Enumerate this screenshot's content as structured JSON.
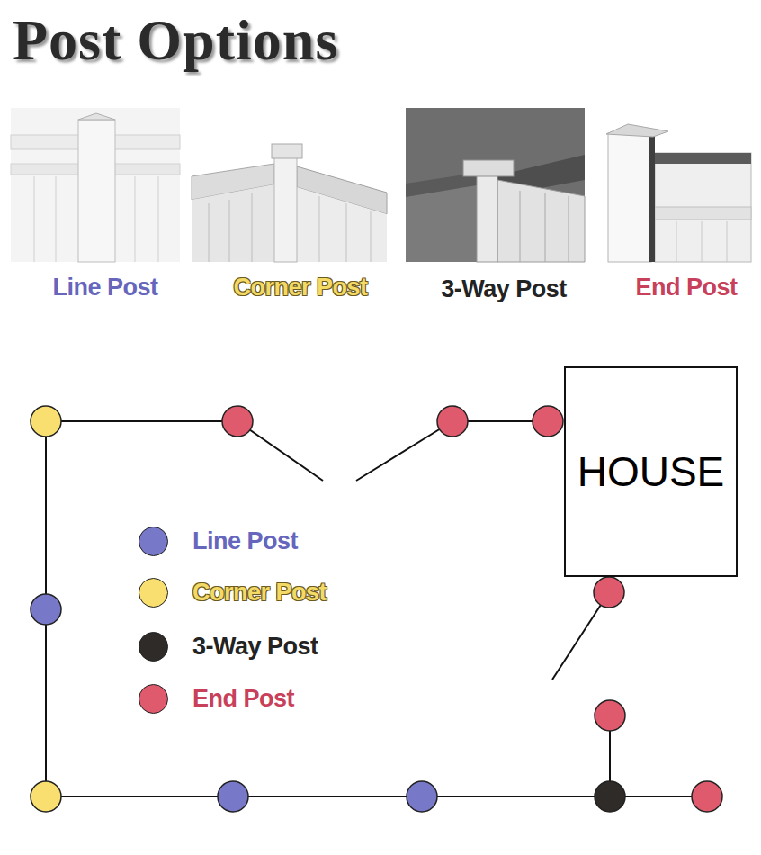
{
  "diagram": {
    "title": "Post Options",
    "nodes": [
      {
        "text": [
          "HOUSE"
        ]
      }
    ],
    "labels": [
      "Line Post",
      "Corner Post",
      "3-Way Post",
      "End Post"
    ],
    "legend": [
      {
        "text": "Line Post",
        "color": "#7878c8"
      },
      {
        "text": "Corner Post",
        "color": "#f8df70"
      },
      {
        "text": "3-Way Post",
        "color": "#2e2b28"
      },
      {
        "text": "End Post",
        "color": "#e05a6e"
      }
    ]
  }
}
